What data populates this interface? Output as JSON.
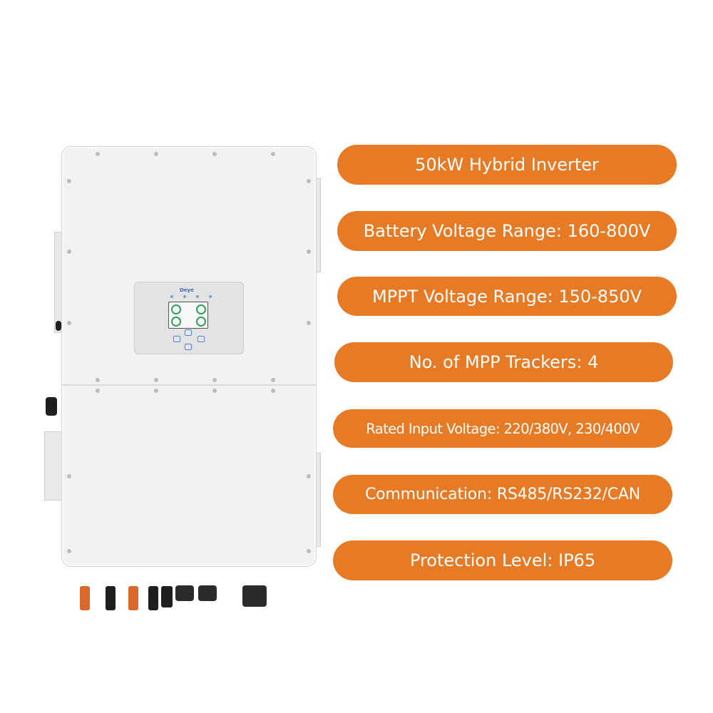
{
  "specs": [
    {
      "label": "50kW Hybrid Inverter"
    },
    {
      "label": "Battery Voltage Range: 160-800V"
    },
    {
      "label": "MPPT Voltage Range: 150-850V"
    },
    {
      "label": "No. of MPP Trackers: 4"
    },
    {
      "label": "Rated Input Voltage: 220/380V, 230/400V"
    },
    {
      "label": "Communication: RS485/RS232/CAN"
    },
    {
      "label": "Protection Level: IP65"
    }
  ],
  "product": {
    "brand_logo": "Deye",
    "panel_icon": "lcd-display-icon"
  },
  "colors": {
    "pill_background": "#e77a24",
    "pill_text": "#ffffff",
    "inverter_body": "#f2f2f2"
  }
}
